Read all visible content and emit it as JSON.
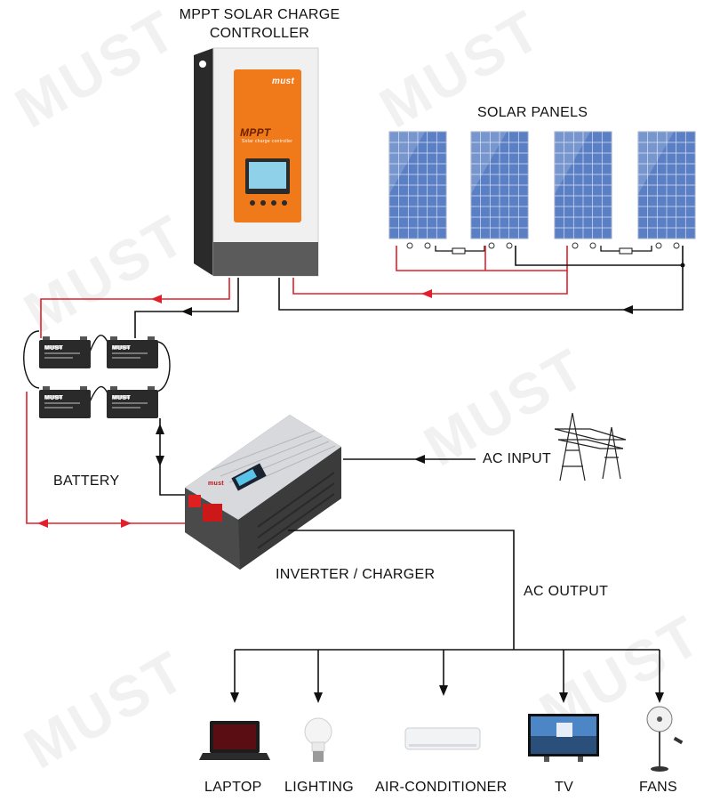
{
  "watermark": "MUST",
  "labels": {
    "controller": "MPPT SOLAR CHARGE CONTROLLER",
    "controller_line1": "MPPT SOLAR CHARGE",
    "controller_line2": "CONTROLLER",
    "solar_panels": "SOLAR PANELS",
    "battery": "BATTERY",
    "ac_input": "AC INPUT",
    "inverter": "INVERTER / CHARGER",
    "ac_output": "AC OUTPUT"
  },
  "controller_face": {
    "brand": "must",
    "model": "MPPT",
    "subtitle": "Solar charge controller"
  },
  "battery_brand": "MUST",
  "inverter_brand": "must",
  "loads": [
    {
      "label": "LAPTOP",
      "icon": "laptop-icon"
    },
    {
      "label": "LIGHTING",
      "icon": "light-bulb-icon"
    },
    {
      "label": "AIR-CONDITIONER",
      "icon": "air-conditioner-icon"
    },
    {
      "label": "TV",
      "icon": "tv-icon"
    },
    {
      "label": "FANS",
      "icon": "fan-icon"
    }
  ],
  "colors": {
    "positive_wire": "#e0202a",
    "negative_wire": "#111111",
    "controller_orange": "#f07a1a",
    "panel_blue": "#5b7fc4"
  }
}
